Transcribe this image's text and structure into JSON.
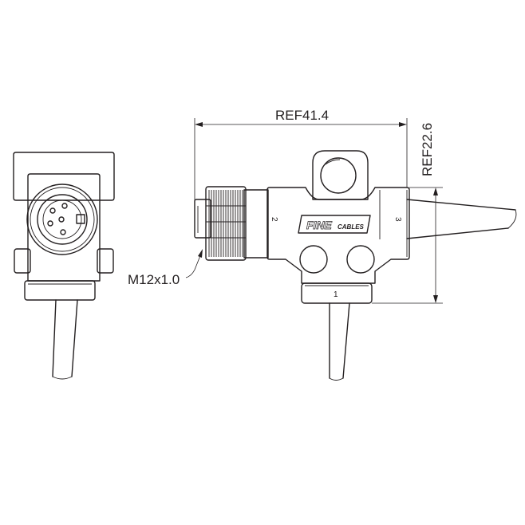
{
  "dimensions": {
    "length_label": "REF41.4",
    "height_label": "REF22.6",
    "thread_label": "M12x1.0"
  },
  "ports": {
    "port_1": "1",
    "port_2": "2",
    "port_3": "3"
  },
  "logo": {
    "brand_main": "FINE",
    "brand_sub": "CABLES"
  },
  "colors": {
    "line": "#231f20",
    "fill": "#ffffff"
  }
}
